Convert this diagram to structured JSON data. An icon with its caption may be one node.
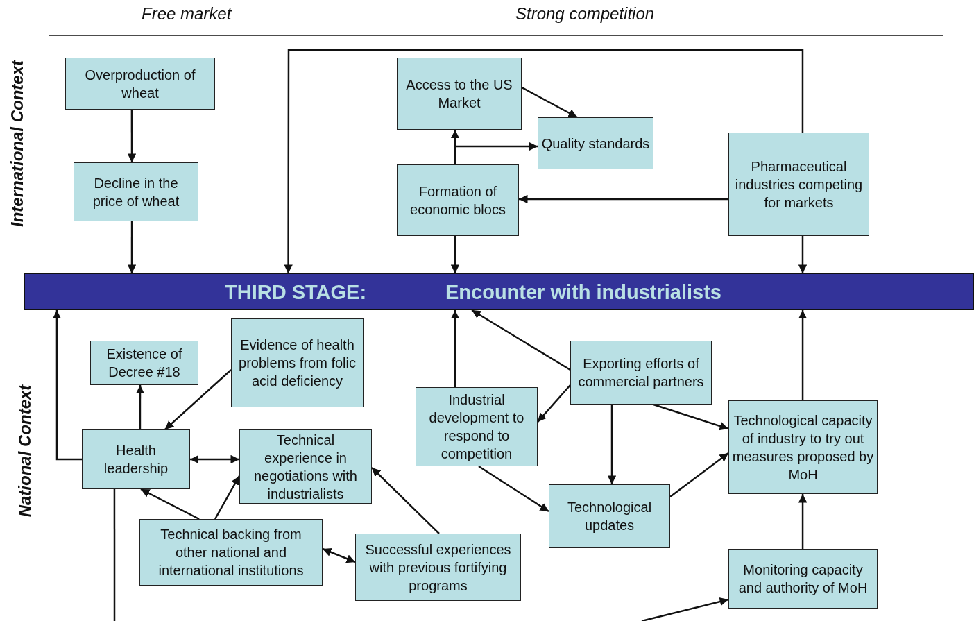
{
  "diagram": {
    "nodes": [
      {
        "text": [
          "Overproduction of wheat"
        ]
      },
      {
        "text": [
          "Decline in the price of wheat"
        ]
      },
      {
        "text": [
          "Access to the US Market"
        ]
      },
      {
        "text": [
          "Quality standards"
        ]
      },
      {
        "text": [
          "Formation of economic blocs"
        ]
      },
      {
        "text": [
          "Pharmaceutical industries competing for markets"
        ]
      },
      {
        "text": [
          "THIRD STAGE:",
          "Encounter with industrialists"
        ]
      },
      {
        "text": [
          "Existence of Decree #18"
        ]
      },
      {
        "text": [
          "Evidence of health problems from folic acid deficiency"
        ]
      },
      {
        "text": [
          "Health leadership"
        ]
      },
      {
        "text": [
          "Technical experience in negotiations with industrialists"
        ]
      },
      {
        "text": [
          "Technical backing from other national and international institutions"
        ]
      },
      {
        "text": [
          "Successful experiences with previous fortifying programs"
        ]
      },
      {
        "text": [
          "Exporting efforts of commercial partners"
        ]
      },
      {
        "text": [
          "Industrial development to respond to competition"
        ]
      },
      {
        "text": [
          "Technological updates"
        ]
      },
      {
        "text": [
          "Technological capacity of industry to try out measures proposed by MoH"
        ]
      },
      {
        "text": [
          "Monitoring capacity and authority of MoH"
        ]
      }
    ],
    "edges": [
      {
        "from": 0,
        "to": 1,
        "arrow": "to"
      },
      {
        "from": 1,
        "to": 6,
        "arrow": "to"
      },
      {
        "from": 5,
        "to": 6,
        "arrow": "to"
      },
      {
        "from": 2,
        "to": 3,
        "arrow": "to"
      },
      {
        "from": 4,
        "to": 2,
        "arrow": "to"
      },
      {
        "from": 4,
        "to": 3,
        "arrow": "to"
      },
      {
        "from": 5,
        "to": 4,
        "arrow": "to"
      },
      {
        "from": 4,
        "to": 6,
        "arrow": "to"
      },
      {
        "from": 5,
        "to": 6,
        "arrow": "to"
      },
      {
        "from": 9,
        "to": 6,
        "arrow": "to"
      },
      {
        "from": 9,
        "to": 7,
        "arrow": "to"
      },
      {
        "from": 8,
        "to": 9,
        "arrow": "to"
      },
      {
        "from": 9,
        "to": 10,
        "arrow": "both"
      },
      {
        "from": 11,
        "to": 9,
        "arrow": "to"
      },
      {
        "from": 11,
        "to": 10,
        "arrow": "to"
      },
      {
        "from": 11,
        "to": 12,
        "arrow": "both"
      },
      {
        "from": 12,
        "to": 10,
        "arrow": "to"
      },
      {
        "from": 14,
        "to": 6,
        "arrow": "to"
      },
      {
        "from": 13,
        "to": 6,
        "arrow": "to"
      },
      {
        "from": 13,
        "to": 14,
        "arrow": "to"
      },
      {
        "from": 13,
        "to": 15,
        "arrow": "to"
      },
      {
        "from": 13,
        "to": 16,
        "arrow": "to"
      },
      {
        "from": 14,
        "to": 15,
        "arrow": "to"
      },
      {
        "from": 15,
        "to": 16,
        "arrow": "to"
      },
      {
        "from": 16,
        "to": 6,
        "arrow": "to"
      },
      {
        "from": 17,
        "to": 16,
        "arrow": "to"
      },
      {
        "from": 9,
        "to": null,
        "arrow": "none"
      },
      {
        "from": null,
        "to": 17,
        "arrow": "to"
      }
    ],
    "labels": [
      "Free market",
      "Strong competition",
      "International Context",
      "National Context"
    ]
  }
}
